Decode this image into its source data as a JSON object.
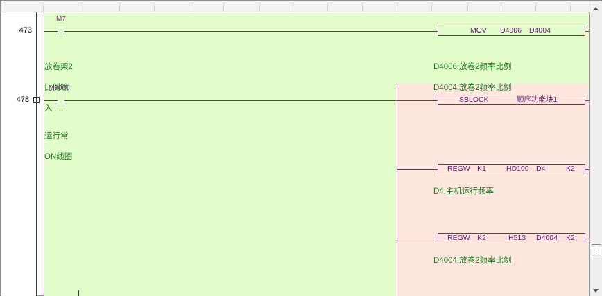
{
  "rungs": [
    {
      "line_number": "473",
      "contact_label": "M7",
      "comment_lines": [
        "放卷架2",
        "比例输",
        "入"
      ],
      "instruction": {
        "op": "MOV",
        "arg1": "D4006",
        "arg2": "D4004"
      },
      "output_comment_lines": [
        "D4006:放卷2频率比例",
        "D4004:放卷2频率比例"
      ]
    },
    {
      "line_number": "478",
      "contact_label": "M8000",
      "comment_lines": [
        "运行常",
        "ON线圈"
      ],
      "instruction": {
        "op": "SBLOCK",
        "arg1": "顺序功能块1"
      },
      "branches": [
        {
          "op": "REGW",
          "a": "K1",
          "b": "HD100",
          "c": "D4",
          "d": "K2",
          "comment": "D4:主机运行频率"
        },
        {
          "op": "REGW",
          "a": "K2",
          "b": "H513",
          "c": "D4004",
          "d": "K2",
          "comment": "D4004:放卷2频率比例"
        }
      ]
    }
  ],
  "colors": {
    "rung_bg_green": "#e2fdca",
    "block_bg_pink": "#fde6de",
    "wire": "#7a2a86",
    "comment": "#1f7a1f"
  },
  "scrollbar": {
    "up_icon": "arrow-up",
    "down_icon": "arrow-down"
  }
}
